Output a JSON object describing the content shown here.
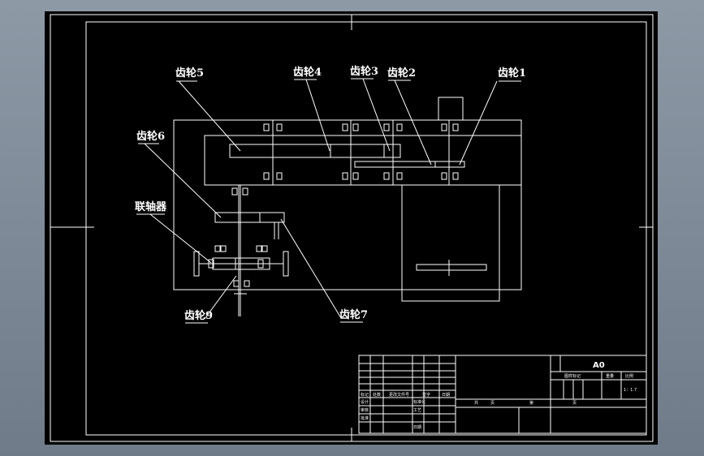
{
  "colors": {
    "background": "#7d8896",
    "sheet": "#000000",
    "lines": "#ffffff"
  },
  "drawing": {
    "labels": {
      "gear1": "齿轮1",
      "gear2": "齿轮2",
      "gear3": "齿轮3",
      "gear4": "齿轮4",
      "gear5": "齿轮5",
      "gear6": "齿轮6",
      "gear7": "齿轮7",
      "gear9": "齿轮9",
      "coupling": "联轴器"
    }
  },
  "title_block": {
    "format": "A0",
    "cells": [
      "图样标记",
      "重量",
      "比例",
      "1：1.7",
      "共",
      "页",
      "第",
      "页",
      "标记",
      "处数",
      "更改文件号",
      "签字",
      "日期",
      "设计",
      "标准化",
      "审核",
      "工艺",
      "批准",
      "日期"
    ]
  }
}
